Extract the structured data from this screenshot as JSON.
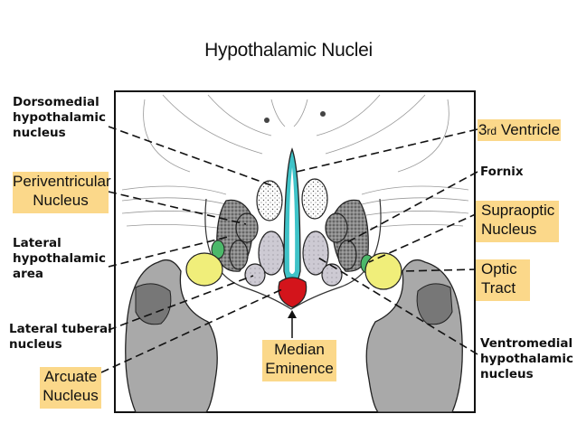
{
  "title": "Hypothalamic Nuclei",
  "labels": {
    "dorsomedial": [
      "Dorsomedial",
      "hypothalamic",
      "nucleus"
    ],
    "periventricular": [
      "Periventricular",
      "Nucleus"
    ],
    "lateral_area": [
      "Lateral",
      "hypothalamic",
      "area"
    ],
    "lateral_tuberal": [
      "Lateral tuberal",
      "nucleus"
    ],
    "arcuate": [
      "Arcuate",
      "Nucleus"
    ],
    "third_ventricle": {
      "prefix": "3",
      "suffix": "rd",
      "rest": " Ventricle"
    },
    "fornix": "Fornix",
    "supraoptic": [
      "Supraoptic",
      "Nucleus"
    ],
    "optic_tract": [
      "Optic",
      "Tract"
    ],
    "ventromedial": [
      "Ventromedial",
      "hypothalamic",
      "nucleus"
    ],
    "median_eminence": [
      "Median",
      "Eminence"
    ]
  },
  "colors": {
    "highlight_box": "#fbd88a",
    "third_ventricle": "#3fc3c8",
    "median_eminence": "#d3141b",
    "optic_tract": "#f0ee7a",
    "supraoptic": "#4cb86a",
    "nucleus_gray": "#8e8e8e",
    "nucleus_light": "#c9c6cf"
  }
}
